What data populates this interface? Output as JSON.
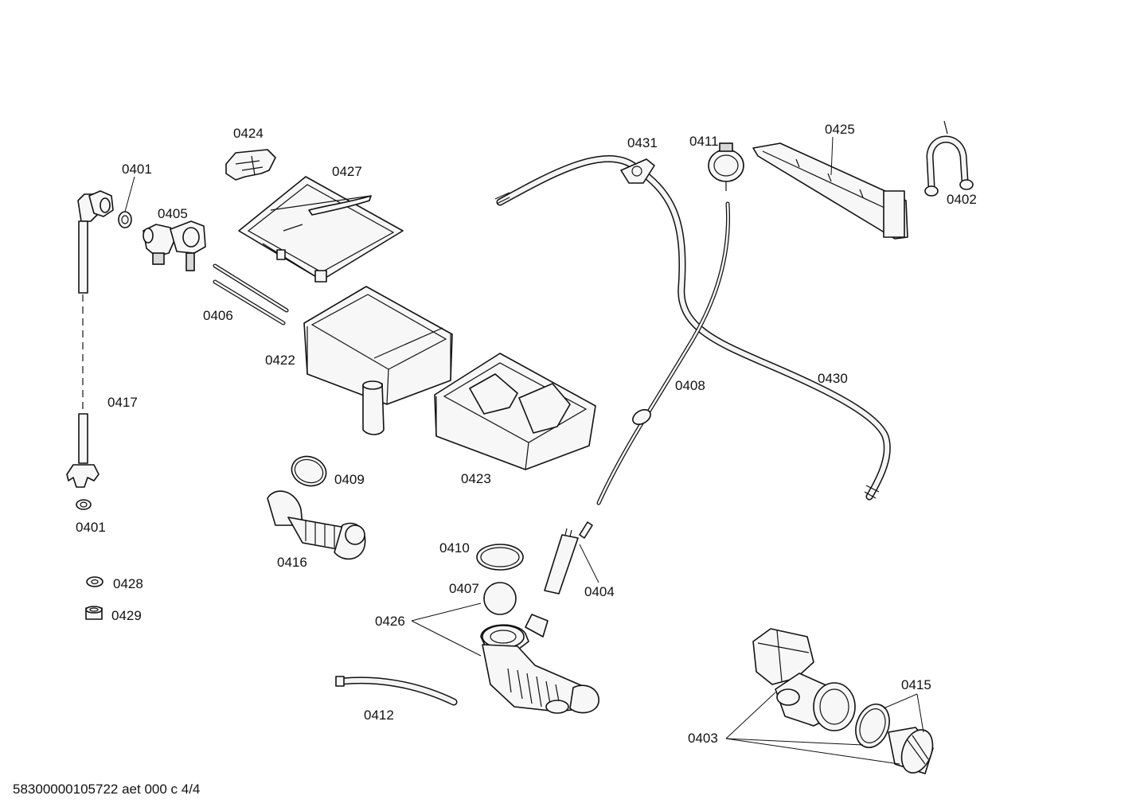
{
  "labels": {
    "p0424": "0424",
    "p0401_top": "0401",
    "p0427": "0427",
    "p0405": "0405",
    "p0406": "0406",
    "p0422": "0422",
    "p0417": "0417",
    "p0401_bottom": "0401",
    "p0431": "0431",
    "p0411": "0411",
    "p0425": "0425",
    "p0402": "0402",
    "p0408": "0408",
    "p0430": "0430",
    "p0423": "0423",
    "p0409": "0409",
    "p0416": "0416",
    "p0428": "0428",
    "p0429": "0429",
    "p0410": "0410",
    "p0407": "0407",
    "p0404": "0404",
    "p0426": "0426",
    "p0412": "0412",
    "p0415": "0415",
    "p0403": "0403"
  },
  "footer": {
    "doc_id": "58300000105722 aet 000 c 4/4"
  }
}
